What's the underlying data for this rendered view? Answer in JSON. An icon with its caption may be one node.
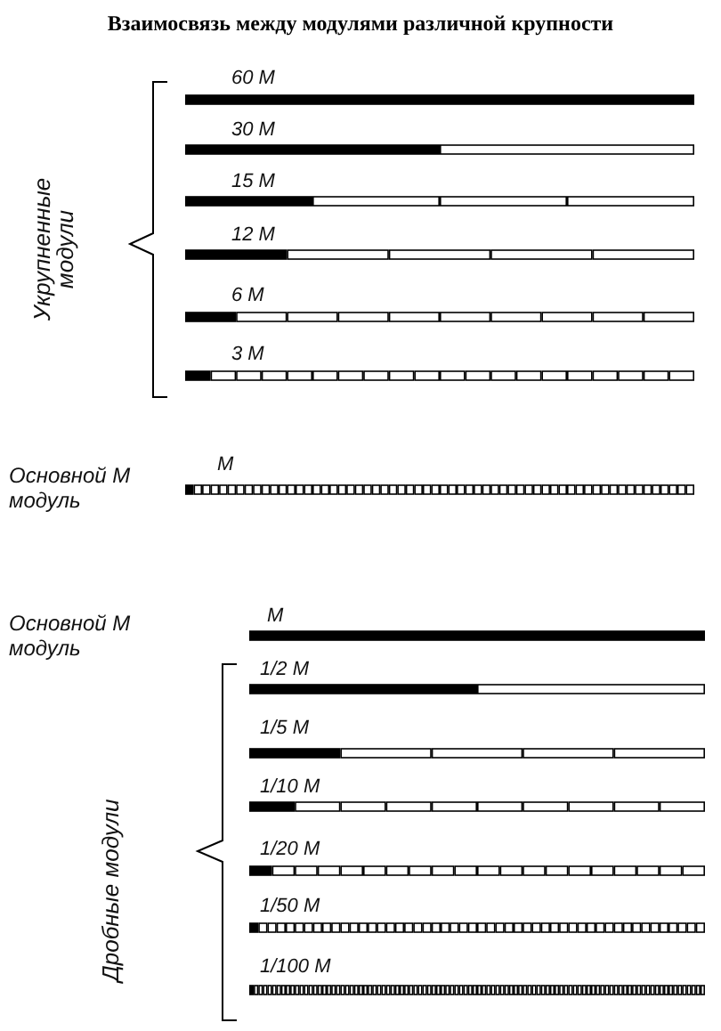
{
  "diagram": {
    "title": "Взаимосвязь между модулями различной крупности",
    "labels": [
      "Укрупненные модули",
      "60 M",
      "30 M",
      "15 M",
      "12 M",
      "6 M",
      "3 M",
      "Основной M модуль",
      "M",
      "Основной M модуль",
      "M",
      "Дробные модули",
      "1/2 M",
      "1/5 M",
      "1/10 M",
      "1/20 M",
      "1/50 M",
      "1/100 M"
    ]
  }
}
